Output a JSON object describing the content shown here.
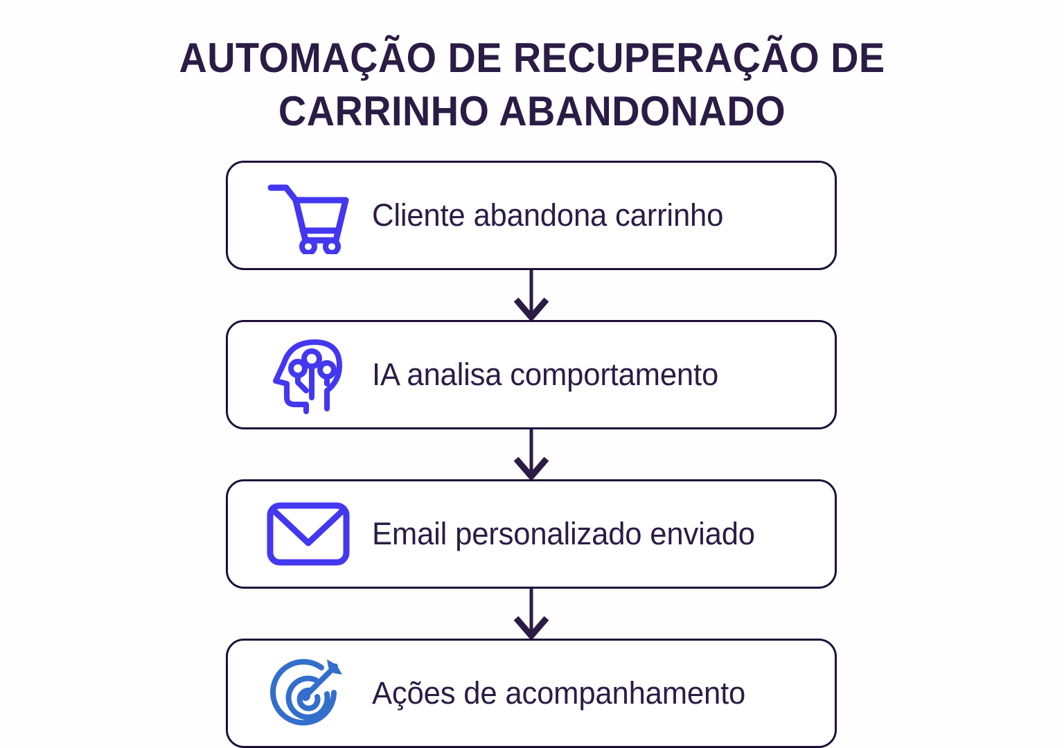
{
  "page": {
    "title_line1": "AUTOMAÇÃO DE RECUPERAÇÃO DE",
    "title_line2": "CARRINHO ABANDONADO",
    "title_full": "AUTOMAÇÃO DE RECUPERAÇÃO DE\nCARRINHO ABANDONADO",
    "background_color": "#fefefe",
    "title_color": "#2b1c45",
    "card_border_color": "#1e1038",
    "card_fill_color": "#ffffff",
    "text_color": "#2b1c45",
    "icon_color_primary": "#4337f0",
    "icon_color_secondary": "#336ecb",
    "arrow_color": "#2b1c45"
  },
  "flow": {
    "type": "vertical-flowchart",
    "step_count": 4,
    "connector_count": 3,
    "connector_icon": "down-arrow-icon",
    "steps": [
      {
        "index": 1,
        "label": "Cliente abandona carrinho",
        "icon": "shopping-cart-icon",
        "icon_color": "#4337f0"
      },
      {
        "index": 2,
        "label": "IA analisa comportamento",
        "icon": "ai-brain-head-icon",
        "icon_color": "#4337f0"
      },
      {
        "index": 3,
        "label": "Email personalizado enviado",
        "icon": "envelope-icon",
        "icon_color": "#4337f0"
      },
      {
        "index": 4,
        "label": "Ações de acompanhamento",
        "icon": "target-dart-icon",
        "icon_color": "#336ecb"
      }
    ]
  }
}
